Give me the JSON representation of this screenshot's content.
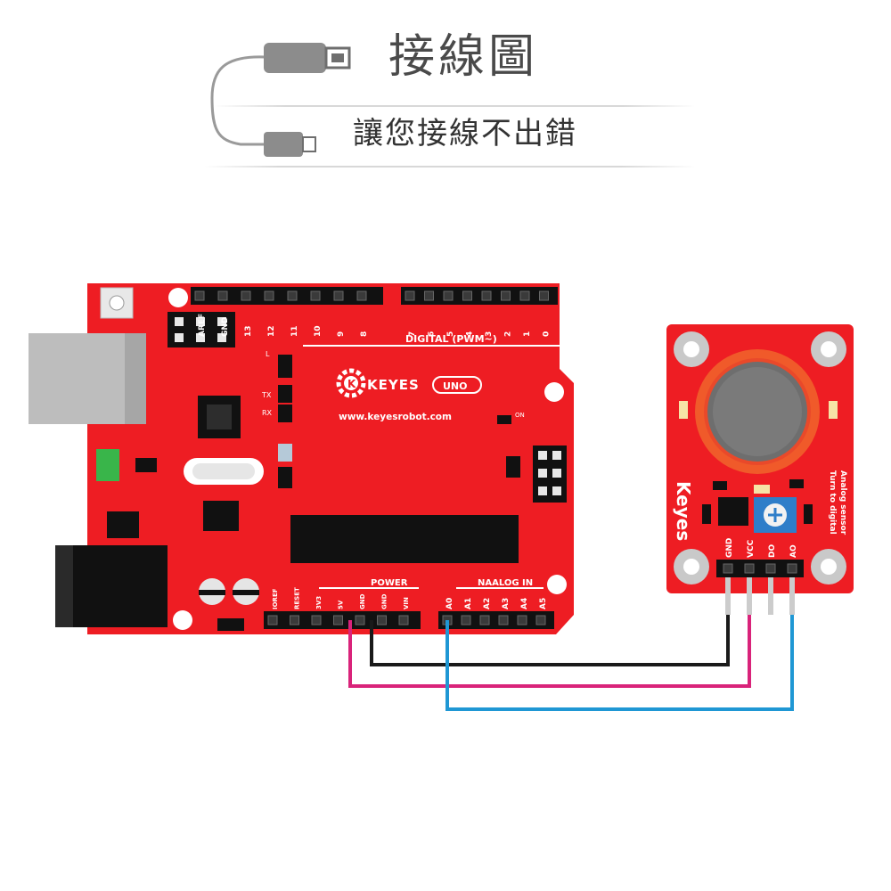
{
  "header": {
    "title": "接線圖",
    "subtitle": "讓您接線不出錯"
  },
  "arduino": {
    "brand_logo_text": "KEYES",
    "model_badge": "UNO",
    "website": "www.keyesrobot.com",
    "digital_label": "DIGITAL  (PWM~)",
    "power_label": "POWER",
    "analog_label": "NAALOG  IN",
    "top_pin_labels_left": [
      "AREF",
      "GND",
      "13",
      "12",
      "11",
      "10",
      "9",
      "8"
    ],
    "top_pin_labels_right": [
      "7",
      "6",
      "5",
      "4",
      "3",
      "2",
      "1",
      "0"
    ],
    "power_pin_labels": [
      "IOREF",
      "RESET",
      "3V3",
      "5V",
      "GND",
      "GND",
      "VIN"
    ],
    "analog_pin_labels": [
      "A0",
      "A1",
      "A2",
      "A3",
      "A4",
      "A5"
    ],
    "led_labels": [
      "L",
      "TX",
      "RX",
      "ON"
    ],
    "color_board": "#ee1d23"
  },
  "sensor": {
    "brand": "Keyes",
    "desc_line1": "Analog sensor",
    "desc_line2": "Turn to digital",
    "pin_labels": [
      "GND",
      "VCC",
      "DO",
      "AO"
    ],
    "color_board": "#ee1d23"
  },
  "wires": [
    {
      "from": "5V",
      "to": "VCC",
      "color": "#d9237a"
    },
    {
      "from": "GND",
      "to": "GND",
      "color": "#1a1a1a"
    },
    {
      "from": "A0",
      "to": "AO",
      "color": "#1f97d4"
    }
  ]
}
